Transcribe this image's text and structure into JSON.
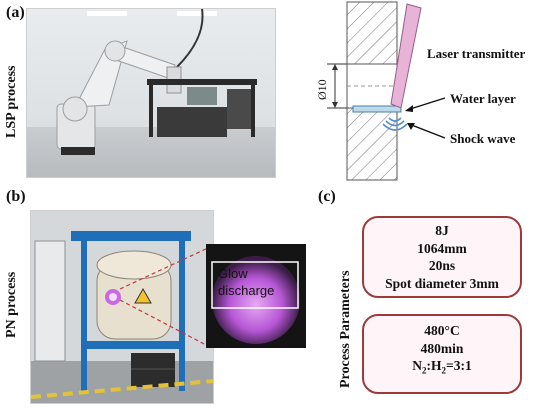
{
  "panels": {
    "a": {
      "label": "(a)",
      "side_label": "LSP process",
      "diagram": {
        "dimension": "Ø10",
        "laser_label": "Laser transmitter",
        "water_label": "Water layer",
        "shock_label": "Shock wave"
      }
    },
    "b": {
      "label": "(b)",
      "side_label": "PN process",
      "inset_text_line1": "Glow",
      "inset_text_line2": "discharge"
    },
    "c": {
      "label": "(c)",
      "side_label": "Process Parameters",
      "lsp_params": [
        "8J",
        "1064mm",
        "20ns",
        "Spot diameter 3mm"
      ],
      "pn_params": [
        "480°C",
        "480min"
      ],
      "pn_gas": {
        "n": "N",
        "n_sub": "2",
        "sep": ":",
        "h": "H",
        "h_sub": "2",
        "ratio": "=3:1"
      }
    }
  },
  "colors": {
    "box_border": "#9b3a3a",
    "box_fill": "#fff5f8",
    "laser": "#e7b3d6",
    "water": "#bcd9ee",
    "glow": "#c66be0"
  }
}
